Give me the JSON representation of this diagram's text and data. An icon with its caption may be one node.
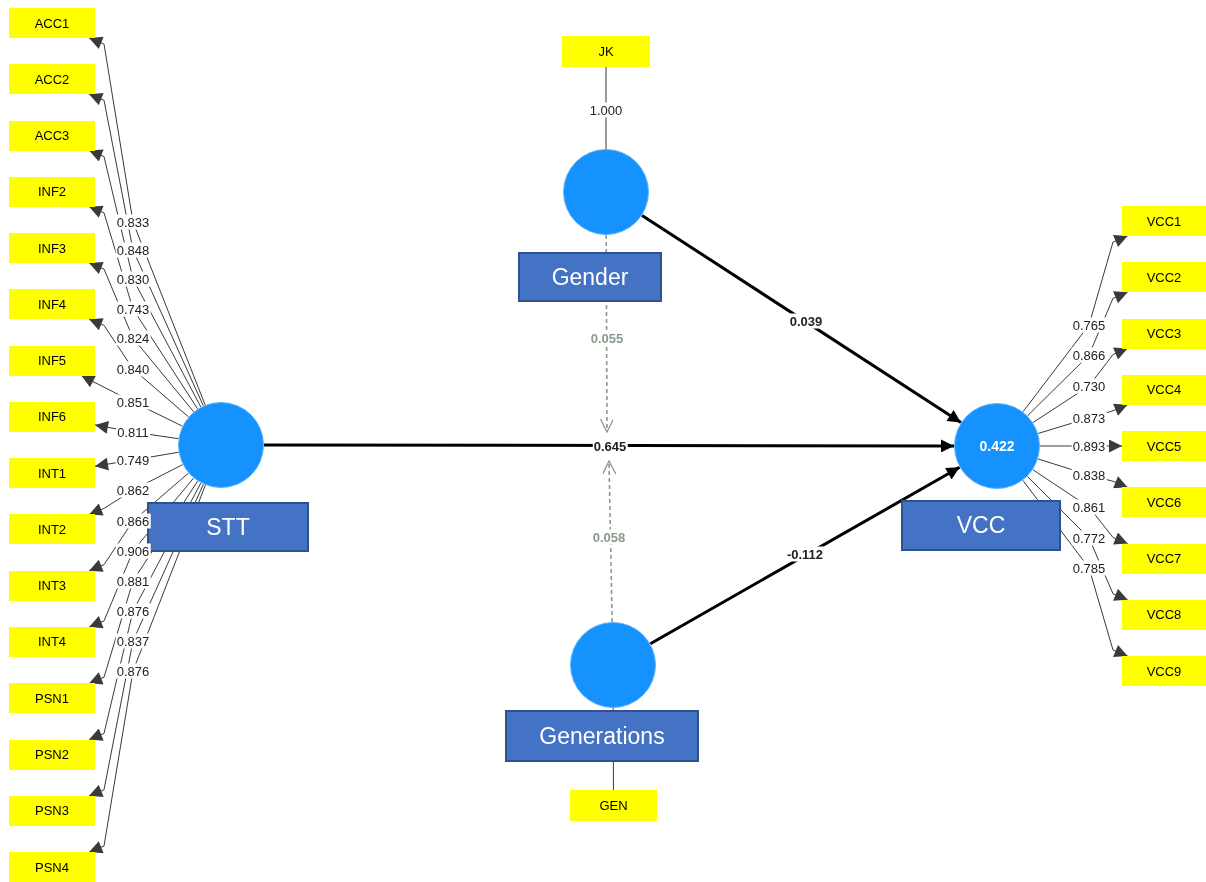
{
  "diagram": {
    "nodes": [
      {
        "text": [
          "ACC1"
        ]
      },
      {
        "text": [
          "ACC2"
        ]
      },
      {
        "text": [
          "ACC3"
        ]
      },
      {
        "text": [
          "INF2"
        ]
      },
      {
        "text": [
          "INF3"
        ]
      },
      {
        "text": [
          "INF4"
        ]
      },
      {
        "text": [
          "INF5"
        ]
      },
      {
        "text": [
          "INF6"
        ]
      },
      {
        "text": [
          "INT1"
        ]
      },
      {
        "text": [
          "INT2"
        ]
      },
      {
        "text": [
          "INT3"
        ]
      },
      {
        "text": [
          "INT4"
        ]
      },
      {
        "text": [
          "PSN1"
        ]
      },
      {
        "text": [
          "PSN2"
        ]
      },
      {
        "text": [
          "PSN3"
        ]
      },
      {
        "text": [
          "PSN4"
        ]
      },
      {
        "text": [
          "JK"
        ]
      },
      {
        "text": [],
        "shape": "circle",
        "beside": [
          "Gender"
        ]
      },
      {
        "text": [],
        "shape": "circle",
        "beside": [
          "STT"
        ]
      },
      {
        "text": [
          "0.422"
        ],
        "beside": [
          "VCC"
        ]
      },
      {
        "text": [],
        "shape": "circle",
        "beside": [
          "Generations"
        ]
      },
      {
        "text": [
          "GEN"
        ]
      },
      {
        "text": [
          "VCC1"
        ]
      },
      {
        "text": [
          "VCC2"
        ]
      },
      {
        "text": [
          "VCC3"
        ]
      },
      {
        "text": [
          "VCC4"
        ]
      },
      {
        "text": [
          "VCC5"
        ]
      },
      {
        "text": [
          "VCC6"
        ]
      },
      {
        "text": [
          "VCC7"
        ]
      },
      {
        "text": [
          "VCC8"
        ]
      },
      {
        "text": [
          "VCC9"
        ]
      }
    ],
    "edges": [
      {
        "from": 18,
        "to": 0,
        "arrow": "to",
        "label": "0.833"
      },
      {
        "from": 18,
        "to": 1,
        "arrow": "to",
        "label": "0.848"
      },
      {
        "from": 18,
        "to": 2,
        "arrow": "to",
        "label": "0.830"
      },
      {
        "from": 18,
        "to": 3,
        "arrow": "to",
        "label": "0.743"
      },
      {
        "from": 18,
        "to": 4,
        "arrow": "to",
        "label": "0.824"
      },
      {
        "from": 18,
        "to": 5,
        "arrow": "to",
        "label": "0.840"
      },
      {
        "from": 18,
        "to": 6,
        "arrow": "to",
        "label": "0.851"
      },
      {
        "from": 18,
        "to": 7,
        "arrow": "to",
        "label": "0.811"
      },
      {
        "from": 18,
        "to": 8,
        "arrow": "to",
        "label": "0.749"
      },
      {
        "from": 18,
        "to": 9,
        "arrow": "to",
        "label": "0.862"
      },
      {
        "from": 18,
        "to": 10,
        "arrow": "to",
        "label": "0.866"
      },
      {
        "from": 18,
        "to": 11,
        "arrow": "to",
        "label": "0.906"
      },
      {
        "from": 18,
        "to": 12,
        "arrow": "to",
        "label": "0.881"
      },
      {
        "from": 18,
        "to": 13,
        "arrow": "to",
        "label": "0.876"
      },
      {
        "from": 18,
        "to": 14,
        "arrow": "to",
        "label": "0.837"
      },
      {
        "from": 18,
        "to": 15,
        "arrow": "to",
        "label": "0.876"
      },
      {
        "from": 19,
        "to": 22,
        "arrow": "to",
        "label": "0.765"
      },
      {
        "from": 19,
        "to": 23,
        "arrow": "to",
        "label": "0.866"
      },
      {
        "from": 19,
        "to": 24,
        "arrow": "to",
        "label": "0.730"
      },
      {
        "from": 19,
        "to": 25,
        "arrow": "to",
        "label": "0.873"
      },
      {
        "from": 19,
        "to": 26,
        "arrow": "to",
        "label": "0.893"
      },
      {
        "from": 19,
        "to": 27,
        "arrow": "to",
        "label": "0.838"
      },
      {
        "from": 19,
        "to": 28,
        "arrow": "to",
        "label": "0.861"
      },
      {
        "from": 19,
        "to": 29,
        "arrow": "to",
        "label": "0.772"
      },
      {
        "from": 19,
        "to": 30,
        "arrow": "to",
        "label": "0.785"
      },
      {
        "from": 17,
        "to": 16,
        "arrow": "none",
        "label": "1.000"
      },
      {
        "from": 20,
        "to": 21,
        "arrow": "none"
      },
      {
        "from": 17,
        "to": 19,
        "arrow": "to",
        "label": "0.039",
        "style": "thick"
      },
      {
        "from": 18,
        "to": 19,
        "arrow": "to",
        "label": "0.645",
        "style": "thick"
      },
      {
        "from": 20,
        "to": 19,
        "arrow": "to",
        "label": "-0.112",
        "style": "thick"
      },
      {
        "from": 17,
        "to": null,
        "arrow": "to",
        "label": "0.055",
        "style": "dashed",
        "color": "#8a9a8a"
      },
      {
        "from": 20,
        "to": null,
        "arrow": "to",
        "label": "0.058",
        "style": "dashed",
        "color": "#8a9a8a"
      }
    ]
  }
}
